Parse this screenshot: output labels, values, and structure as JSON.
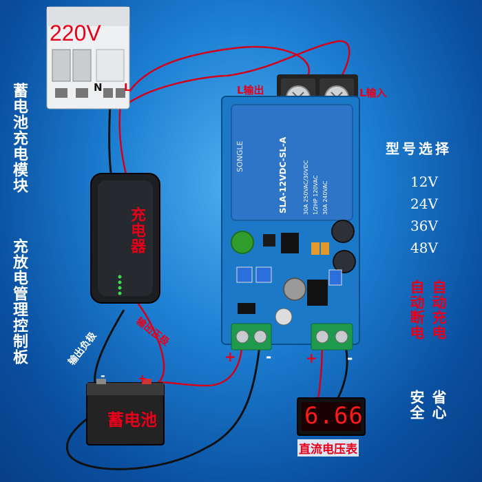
{
  "colors": {
    "accent": "#e8001a",
    "panel": "#ffffff",
    "board": "#1b79c8",
    "relay": "#2b6fc4",
    "display_digits": "#ff1a1a"
  },
  "breaker": {
    "voltage": "220V",
    "terminal_n": "N",
    "terminal_l": "L"
  },
  "relay_terminals": {
    "l_output": "L输出",
    "l_input": "L输入"
  },
  "relay": {
    "brand": "SONGLE",
    "model": "SLA-12VDC-SL-A",
    "ratings": [
      "30A 250VAC/30VDC",
      "1/2HP 120VAC",
      "30A 240VAC"
    ]
  },
  "charger": {
    "label": "充电器",
    "output_negative": "输出负极",
    "output_positive": "输出正极"
  },
  "battery": {
    "label": "蓄电池",
    "plus": "+",
    "minus": "-"
  },
  "left_title": {
    "line1": "蓄电池充电模块",
    "line2": "充放电管理控制板"
  },
  "model_select": {
    "title": "型号选择",
    "options": [
      "12V",
      "24V",
      "36V",
      "48V"
    ]
  },
  "right_labels": {
    "auto_charge": "自动充电",
    "auto_cut": "自动断电",
    "save_worry": "省心",
    "safe": "安全"
  },
  "terminals": {
    "left_plus": "+",
    "left_minus": "-",
    "right_plus": "+",
    "right_minus": "-"
  },
  "voltmeter": {
    "reading": "6.66",
    "label": "直流电压表"
  }
}
